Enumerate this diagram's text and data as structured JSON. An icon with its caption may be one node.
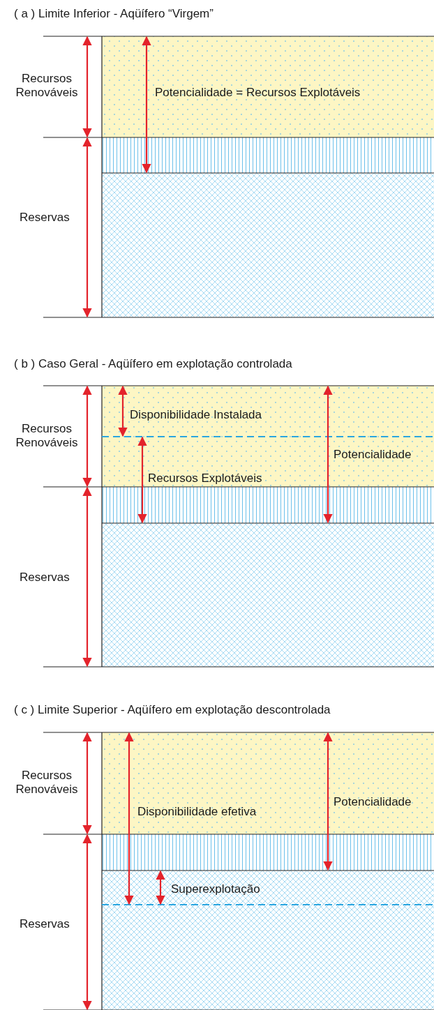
{
  "diagram": {
    "labels": [
      "( a )  Limite Inferior - Aqüífero “Virgem”",
      "Recursos Renováveis",
      "Potencialidade = Recursos  Explotáveis",
      "Reservas",
      "( b )  Caso Geral - Aqüífero em explotação controlada",
      "Recursos Renováveis",
      "Disponibilidade Instalada",
      "Potencialidade",
      "Recursos  Explotáveis",
      "Reservas",
      "( c )  Limite Superior - Aqüífero em explotação descontrolada",
      "Recursos Renováveis",
      "Potencialidade",
      "Disponibilidade efetiva",
      "Superexplotação",
      "Reservas"
    ]
  }
}
